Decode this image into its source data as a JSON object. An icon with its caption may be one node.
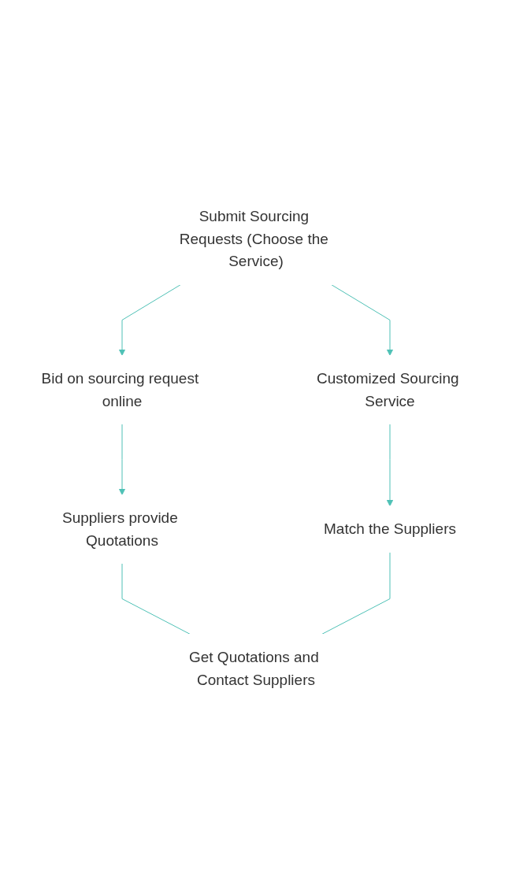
{
  "diagram": {
    "nodes": [
      {
        "text": [
          "Submit Sourcing Requests (Choose the Service)"
        ]
      },
      {
        "text": [
          "Bid on sourcing request online"
        ]
      },
      {
        "text": [
          "Customized Sourcing Service"
        ]
      },
      {
        "text": [
          "Suppliers provide Quotations"
        ]
      },
      {
        "text": [
          "Match the Suppliers"
        ]
      },
      {
        "text": [
          "Get Quotations and Contact Suppliers"
        ]
      }
    ],
    "edges": [
      {
        "from": 0,
        "to": 1,
        "arrow": "to"
      },
      {
        "from": 0,
        "to": 2,
        "arrow": "to"
      },
      {
        "from": 1,
        "to": 3,
        "arrow": "to"
      },
      {
        "from": 2,
        "to": 4,
        "arrow": "to"
      },
      {
        "from": 3,
        "to": 5,
        "arrow": "none"
      },
      {
        "from": 4,
        "to": 5,
        "arrow": "none"
      }
    ]
  }
}
